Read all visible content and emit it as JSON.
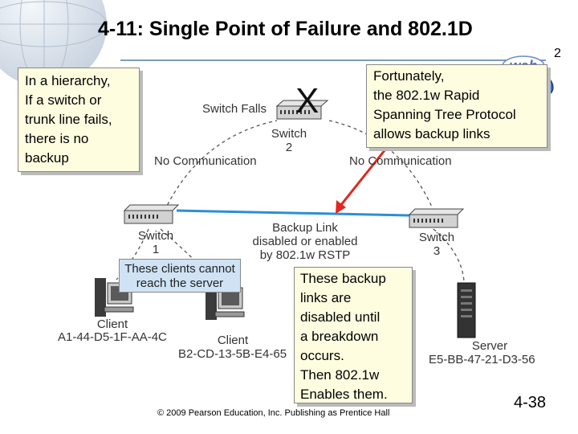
{
  "slide": {
    "title": "4-11: Single Point of Failure and 802.1D",
    "page_number": "2",
    "slide_number": "4-38",
    "footer": "© 2009 Pearson Education, Inc. Publishing as Prentice Hall"
  },
  "callouts": {
    "hierarchy": [
      "In a hierarchy,",
      "If a switch or",
      "trunk line fails,",
      "there is no",
      "backup"
    ],
    "fortunately": [
      "Fortunately,",
      "the 802.1w Rapid",
      "Spanning Tree Protocol",
      "allows backup links"
    ],
    "backup": [
      "These backup",
      "links are",
      "disabled until",
      "a breakdown",
      "occurs.",
      "Then 802.1w",
      "Enables them."
    ]
  },
  "diagram": {
    "switch_falls": "Switch Falls",
    "x_mark": "X",
    "switch2": [
      "Switch",
      "2"
    ],
    "no_comm_left": "No Communication",
    "no_comm_right": "No Communication",
    "switch1": [
      "Switch",
      "1"
    ],
    "switch3": [
      "Switch",
      "3"
    ],
    "backup_link": [
      "Backup Link",
      "disabled or enabled",
      "by 802.1w RSTP"
    ],
    "clients_note": [
      "These clients cannot",
      "reach the server"
    ],
    "client1": [
      "Client",
      "A1-44-D5-1F-AA-4C"
    ],
    "client2": [
      "Client",
      "B2-CD-13-5B-E4-65"
    ],
    "server": [
      "Server",
      "E5-BB-47-21-D3-56"
    ],
    "logo_text": "web"
  },
  "colors": {
    "callout_bg": "#fffde0",
    "backup_link": "#2b8fd6",
    "arrow": "#e0281e",
    "note_bg": "#cfe3f5"
  }
}
